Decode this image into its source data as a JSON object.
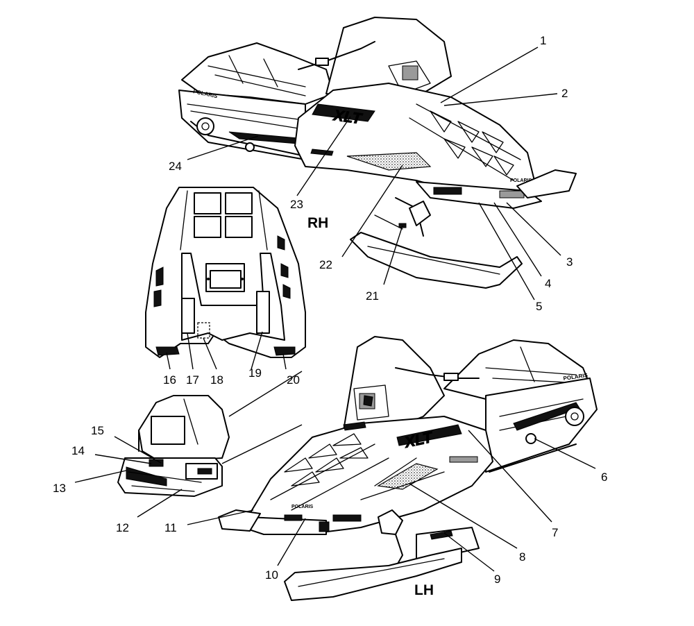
{
  "views": {
    "rh": {
      "label": "RH"
    },
    "lh": {
      "label": "LH"
    }
  },
  "callouts": [
    "1",
    "2",
    "3",
    "4",
    "5",
    "6",
    "7",
    "8",
    "9",
    "10",
    "11",
    "12",
    "13",
    "14",
    "15",
    "16",
    "17",
    "18",
    "19",
    "20",
    "21",
    "22",
    "23",
    "24"
  ],
  "decal_text": {
    "brand": "POLARIS",
    "model": "XLT"
  }
}
